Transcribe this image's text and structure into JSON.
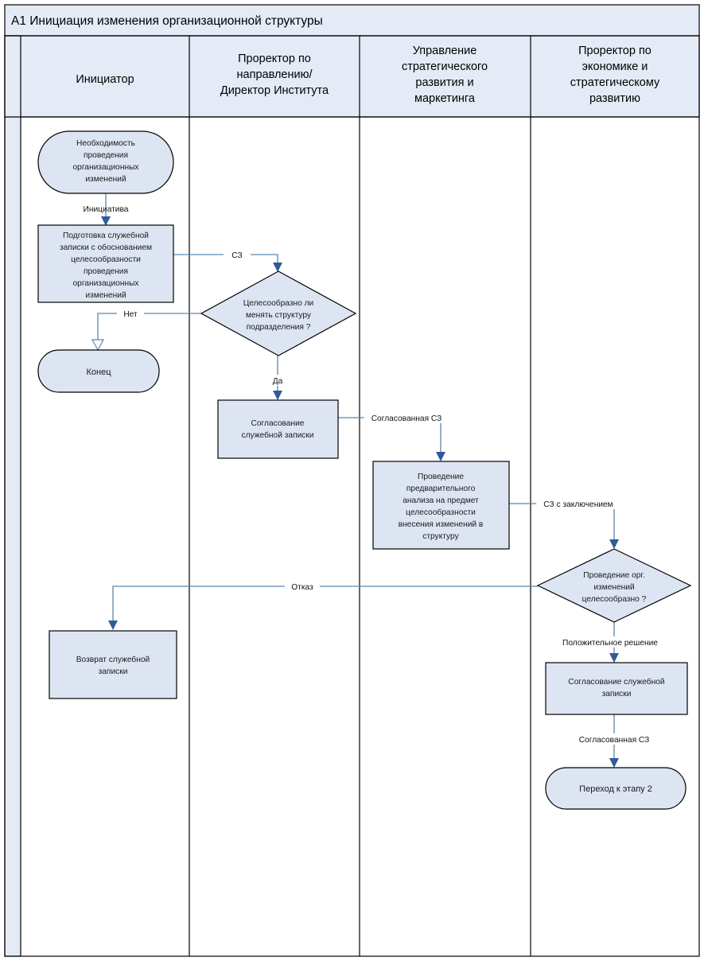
{
  "header": {
    "title": "A1 Инициация изменения организационной структуры"
  },
  "lanes": [
    {
      "id": "initiator",
      "label_lines": [
        "Инициатор"
      ]
    },
    {
      "id": "prorector-direction",
      "label_lines": [
        "Проректор по",
        "направлению/",
        "Директор Института"
      ]
    },
    {
      "id": "strategic-dev-marketing",
      "label_lines": [
        "Управление",
        "стратегического",
        "развития и",
        "маркетинга"
      ]
    },
    {
      "id": "prorector-economics",
      "label_lines": [
        "Проректор по",
        "экономике и",
        "стратегическому",
        "развитию"
      ]
    }
  ],
  "nodes": [
    {
      "id": "start-need",
      "type": "terminator",
      "lane": "initiator",
      "lines": [
        "Необходимость",
        "проведения",
        "организационных",
        "изменений"
      ]
    },
    {
      "id": "prepare-memo",
      "type": "process",
      "lane": "initiator",
      "lines": [
        "Подготовка служебной",
        "записки с обоснованием",
        "целесообразности",
        "проведения",
        "организационных",
        "изменений"
      ]
    },
    {
      "id": "end",
      "type": "terminator",
      "lane": "initiator",
      "lines": [
        "Конец"
      ]
    },
    {
      "id": "return-memo",
      "type": "process",
      "lane": "initiator",
      "lines": [
        "Возврат служебной",
        "записки"
      ]
    },
    {
      "id": "decision-change-structure",
      "type": "decision",
      "lane": "prorector-direction",
      "lines": [
        "Целесообразно ли",
        "менять структуру",
        "подразделения ?"
      ]
    },
    {
      "id": "approve-memo-1",
      "type": "process",
      "lane": "prorector-direction",
      "lines": [
        "Согласование",
        "служебной записки"
      ]
    },
    {
      "id": "preliminary-analysis",
      "type": "process",
      "lane": "strategic-dev-marketing",
      "lines": [
        "Проведение",
        "предварительного",
        "анализа на предмет",
        "целесообразности",
        "внесения изменений в",
        "структуру"
      ]
    },
    {
      "id": "decision-org-changes",
      "type": "decision",
      "lane": "prorector-economics",
      "lines": [
        "Проведение орг.",
        "изменений",
        "целесообразно ?"
      ]
    },
    {
      "id": "approve-memo-2",
      "type": "process",
      "lane": "prorector-economics",
      "lines": [
        "Согласование служебной",
        "записки"
      ]
    },
    {
      "id": "goto-stage-2",
      "type": "terminator",
      "lane": "prorector-economics",
      "lines": [
        "Переход к этапу 2"
      ]
    }
  ],
  "edges": [
    {
      "id": "e-initiative",
      "label": "Инициатива",
      "from": "start-need",
      "to": "prepare-memo",
      "arrow": "solid"
    },
    {
      "id": "e-memo",
      "label": "СЗ",
      "from": "prepare-memo",
      "to": "decision-change-structure",
      "arrow": "solid"
    },
    {
      "id": "e-no",
      "label": "Нет",
      "from": "decision-change-structure",
      "to": "end",
      "arrow": "open"
    },
    {
      "id": "e-yes",
      "label": "Да",
      "from": "decision-change-structure",
      "to": "approve-memo-1",
      "arrow": "solid"
    },
    {
      "id": "e-approved-memo",
      "label": "Согласованная СЗ",
      "from": "approve-memo-1",
      "to": "preliminary-analysis",
      "arrow": "solid"
    },
    {
      "id": "e-memo-conclusion",
      "label": "СЗ с заключением",
      "from": "preliminary-analysis",
      "to": "decision-org-changes",
      "arrow": "solid"
    },
    {
      "id": "e-refusal",
      "label": "Отказ",
      "from": "decision-org-changes",
      "to": "return-memo",
      "arrow": "solid"
    },
    {
      "id": "e-positive",
      "label": "Положительное решение",
      "from": "decision-org-changes",
      "to": "approve-memo-2",
      "arrow": "solid"
    },
    {
      "id": "e-approved-memo-2",
      "label": "Согласованная СЗ",
      "from": "approve-memo-2",
      "to": "goto-stage-2",
      "arrow": "solid"
    }
  ],
  "colors": {
    "shape_fill": "#dde5f2",
    "band_fill": "#e4ebf7",
    "shape_stroke": "#000000",
    "connector": "#5b86ad",
    "arrow_solid": "#2f5c94",
    "page_background": "#ffffff"
  }
}
